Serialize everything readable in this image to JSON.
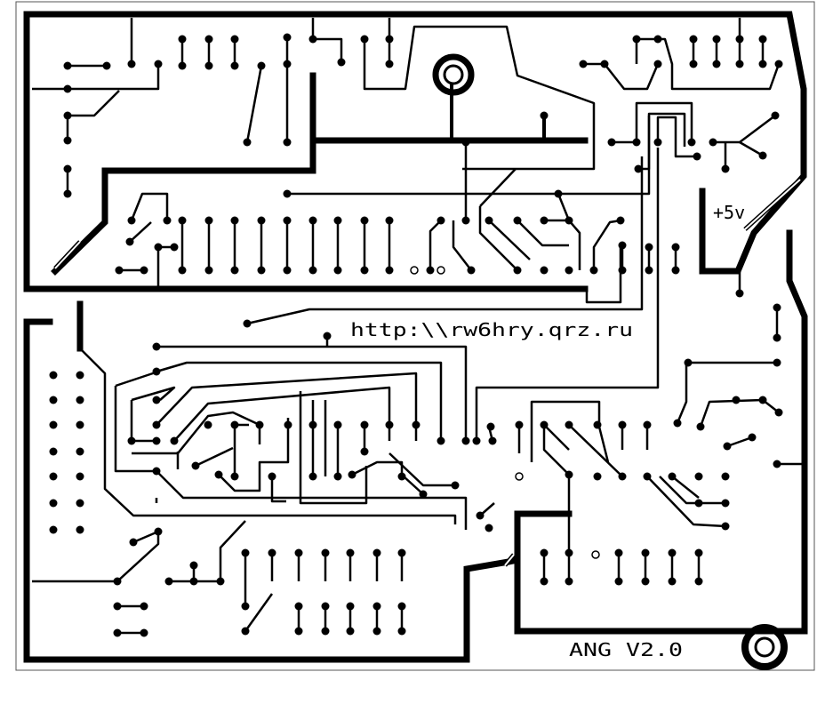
{
  "board": {
    "url_text": "http:\\\\rw6hry.qrz.ru",
    "voltage_label": "+5v",
    "version_label": "ANG V2.0"
  },
  "colors": {
    "background": "#ffffff",
    "copper": "#000000",
    "outline": "#555555"
  }
}
